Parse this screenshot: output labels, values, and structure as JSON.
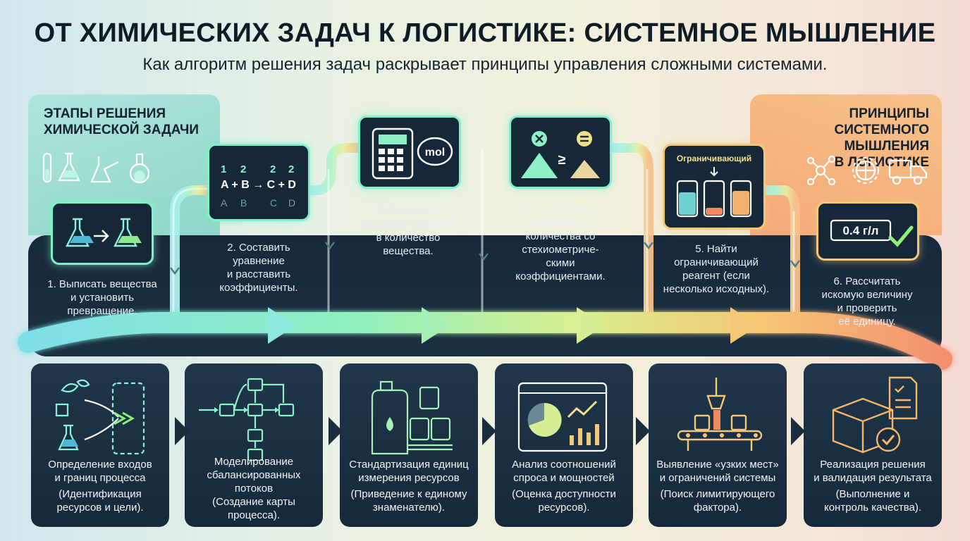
{
  "header": {
    "title": "ОТ ХИМИЧЕСКИХ ЗАДАЧ К ЛОГИСТИКЕ: СИСТЕМНОЕ МЫШЛЕНИЕ",
    "subtitle": "Как алгоритм решения задач раскрывает принципы управления сложными системами."
  },
  "left_panel": {
    "title_line1": "ЭТАПЫ РЕШЕНИЯ",
    "title_line2": "ХИМИЧЕСКОЙ ЗАДАЧИ"
  },
  "right_panel": {
    "title_line1": "ПРИНЦИПЫ",
    "title_line2": "СИСТЕМНОГО МЫШЛЕНИЯ",
    "title_line3": "В ЛОГИСТИКЕ"
  },
  "equation": {
    "coefs": [
      "1",
      "2",
      "2",
      "2"
    ],
    "main": "A + B → C + D",
    "letters": [
      "A",
      "B",
      "C",
      "D"
    ]
  },
  "icons": {
    "mol_label": "mol",
    "limiting_label": "Ограничивающий",
    "result_value": "0.4 г/л"
  },
  "steps": [
    {
      "line1": "1. Выписать вещества",
      "line2": "и установить",
      "line3": "превращение."
    },
    {
      "line1": "2. Составить",
      "line2": "уравнение",
      "line3": "и расставить",
      "line4": "коэффициенты."
    },
    {
      "line1": "3. Перевести",
      "line2": "исходные сведения",
      "line3": "в количество",
      "line4": "вещества."
    },
    {
      "line1": "4. Сопоставить",
      "line2": "рассчитанные",
      "line3": "количества со",
      "line4": "стехиометриче-",
      "line5": "скими",
      "line6": "коэффициентами."
    },
    {
      "line1": "5. Найти",
      "line2": "ограничивающий",
      "line3": "реагент (если",
      "line4": "несколько исходных)."
    },
    {
      "line1": "6. Рассчитать",
      "line2": "искомую величину",
      "line3": "и проверить",
      "line4": "её единицу."
    }
  ],
  "principles": [
    {
      "line1": "Определение входов",
      "line2": "и границ процесса",
      "line3": "(Идентификация",
      "line4": "ресурсов и цели)."
    },
    {
      "line1": "Моделирование",
      "line2": "сбалансированных",
      "line3": "потоков",
      "line4": "(Создание карты",
      "line5": "процесса)."
    },
    {
      "line1": "Стандартизация единиц",
      "line2": "измерения ресурсов",
      "line3": "(Приведение к единому",
      "line4": "знаменателю)."
    },
    {
      "line1": "Анализ соотношений",
      "line2": "спроса и мощностей",
      "line3": "(Оценка доступности",
      "line4": "ресурсов)."
    },
    {
      "line1": "Выявление «узких мест»",
      "line2": "и ограничений системы",
      "line3": "(Поиск лимитирующего",
      "line4": "фактора)."
    },
    {
      "line1": "Реализация решения",
      "line2": "и валидация результата",
      "line3": "(Выполнение и",
      "line4": "контроль качества)."
    }
  ],
  "colors": {
    "teal": "#7ff0c8",
    "cyan": "#5fd8e8",
    "green": "#9ff0a0",
    "yellow": "#f3e08a",
    "orange": "#f5b56a",
    "red": "#f08a62",
    "dark": "#17283b"
  }
}
